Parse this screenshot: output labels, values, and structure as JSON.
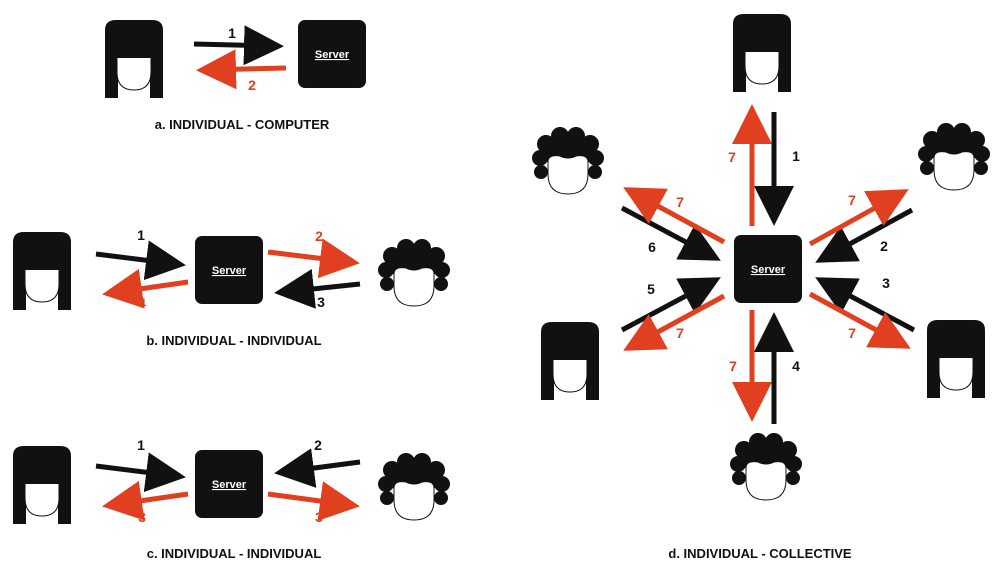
{
  "colors": {
    "black": "#111111",
    "red": "#e0401f"
  },
  "server_label": "Server",
  "panels": {
    "a": {
      "caption": "a. INDIVIDUAL - COMPUTER",
      "labels": [
        "1",
        "2"
      ]
    },
    "b": {
      "caption": "b. INDIVIDUAL - INDIVIDUAL",
      "labels": [
        "1",
        "2",
        "3",
        "4"
      ]
    },
    "c": {
      "caption": "c. INDIVIDUAL - INDIVIDUAL",
      "labels": [
        "1",
        "2",
        "3",
        "3"
      ]
    },
    "d": {
      "caption": "d. INDIVIDUAL - COLLECTIVE",
      "labels": [
        "1",
        "2",
        "3",
        "4",
        "5",
        "6",
        "7",
        "7",
        "7",
        "7",
        "7",
        "7"
      ]
    }
  }
}
